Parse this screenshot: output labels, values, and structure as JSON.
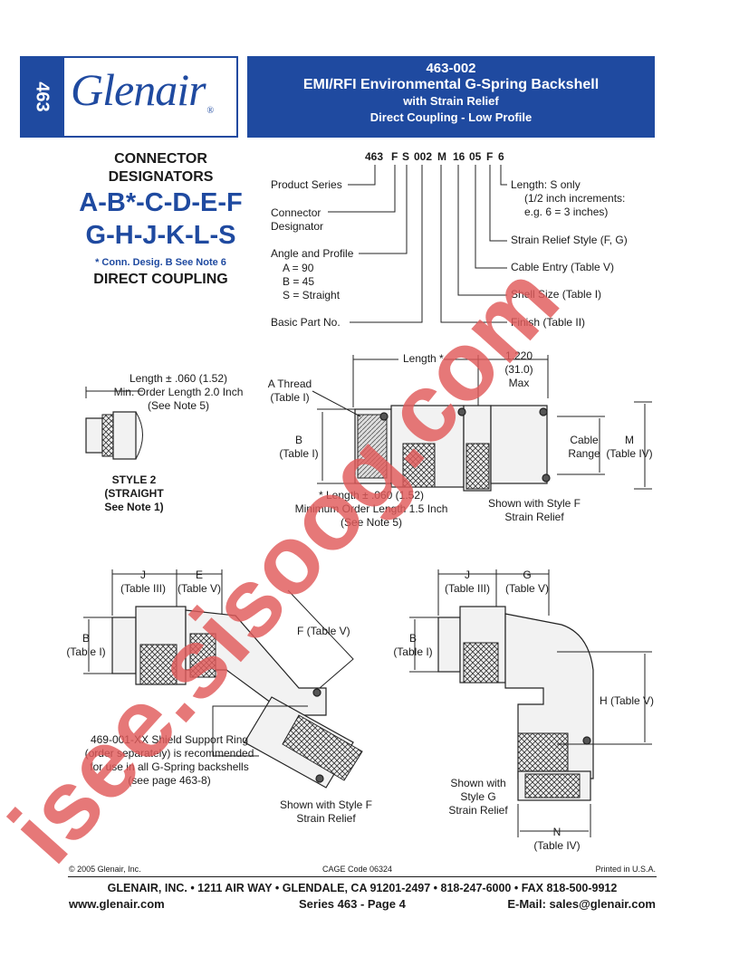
{
  "header": {
    "side_tab": "463",
    "logo_text": "Glenair",
    "logo_reg": "®",
    "part_number": "463-002",
    "title": "EMI/RFI Environmental G-Spring Backshell",
    "subtitle1": "with Strain Relief",
    "subtitle2": "Direct Coupling - Low Profile"
  },
  "designators": {
    "heading1": "CONNECTOR",
    "heading2": "DESIGNATORS",
    "line1": "A-B*-C-D-E-F",
    "line2": "G-H-J-K-L-S",
    "note": "* Conn. Desig. B See Note 6",
    "coupling": "DIRECT COUPLING"
  },
  "part_number_breakdown": {
    "code": [
      "463",
      "F",
      "S",
      "002",
      "M",
      "16",
      "05",
      "F",
      "6"
    ],
    "left_labels": {
      "product_series": "Product Series",
      "connector_designator_1": "Connector",
      "connector_designator_2": "Designator",
      "angle_title": "Angle and Profile",
      "angle_a": "A = 90",
      "angle_b": "B = 45",
      "angle_s": "S = Straight",
      "basic_part": "Basic Part No."
    },
    "right_labels": {
      "length_1": "Length: S only",
      "length_2": "(1/2 inch increments:",
      "length_3": "e.g. 6 = 3 inches)",
      "strain_relief": "Strain Relief Style (F, G)",
      "cable_entry": "Cable Entry (Table V)",
      "shell_size": "Shell Size (Table I)",
      "finish": "Finish (Table II)"
    }
  },
  "style2": {
    "len1": "Length ± .060 (1.52)",
    "len2": "Min. Order Length 2.0 Inch",
    "len3": "(See Note 5)",
    "caption1": "STYLE 2",
    "caption2": "(STRAIGHT",
    "caption3": "See Note 1)"
  },
  "straight_view": {
    "length": "Length *",
    "dim_1220": "1.220",
    "dim_310": "(31.0)",
    "max": "Max",
    "a_thread_1": "A Thread",
    "a_thread_2": "(Table I)",
    "b_1": "B",
    "b_2": "(Table I)",
    "cable_1": "Cable",
    "cable_2": "Range",
    "m_1": "M",
    "m_2": "(Table IV)",
    "len_note_1": "* Length ± .060 (1.52)",
    "len_note_2": "Minimum Order Length 1.5 Inch",
    "len_note_3": "(See Note 5)",
    "shown_1": "Shown with Style F",
    "shown_2": "Strain Relief"
  },
  "view45": {
    "j_1": "J",
    "j_2": "(Table III)",
    "e_1": "E",
    "e_2": "(Table V)",
    "f": "F (Table V)",
    "b_1": "B",
    "b_2": "(Table I)",
    "ring_1": "469-001-XX Shield Support Ring",
    "ring_2": "(order separately) is recommended",
    "ring_3": "for use in all G-Spring backshells",
    "ring_4": "(see page 463-8)",
    "shown_1": "Shown with Style F",
    "shown_2": "Strain Relief"
  },
  "view90": {
    "j_1": "J",
    "j_2": "(Table III)",
    "g_1": "G",
    "g_2": "(Table V)",
    "b_1": "B",
    "b_2": "(Table I)",
    "h": "H (Table V)",
    "shown_1": "Shown with",
    "shown_2": "Style G",
    "shown_3": "Strain Relief",
    "n_1": "N",
    "n_2": "(Table IV)"
  },
  "footer": {
    "copyright": "© 2005 Glenair, Inc.",
    "cage": "CAGE Code 06324",
    "printed": "Printed in U.S.A.",
    "address": "GLENAIR, INC. • 1211 AIR WAY • GLENDALE, CA 91201-2497 • 818-247-6000 • FAX 818-500-9912",
    "web": "www.glenair.com",
    "series": "Series 463 - Page 4",
    "email": "E-Mail: sales@glenair.com"
  },
  "watermark": "isee.sisoog.com",
  "colors": {
    "brand_blue": "#1f4aa0",
    "watermark_red": "#e05a5a"
  }
}
